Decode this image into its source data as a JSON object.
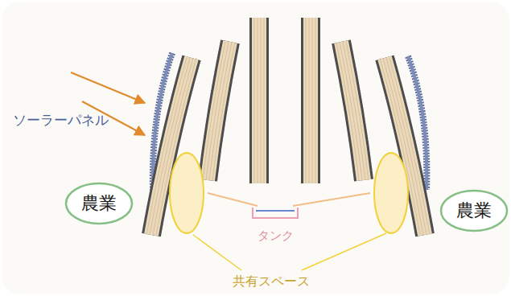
{
  "diagram": {
    "nodes": [
      {
        "text": [
          "農業"
        ]
      },
      {
        "text": [
          "農業"
        ]
      }
    ],
    "labels": [
      "ソーラーパネル",
      "タンク",
      "共有スペース"
    ]
  }
}
